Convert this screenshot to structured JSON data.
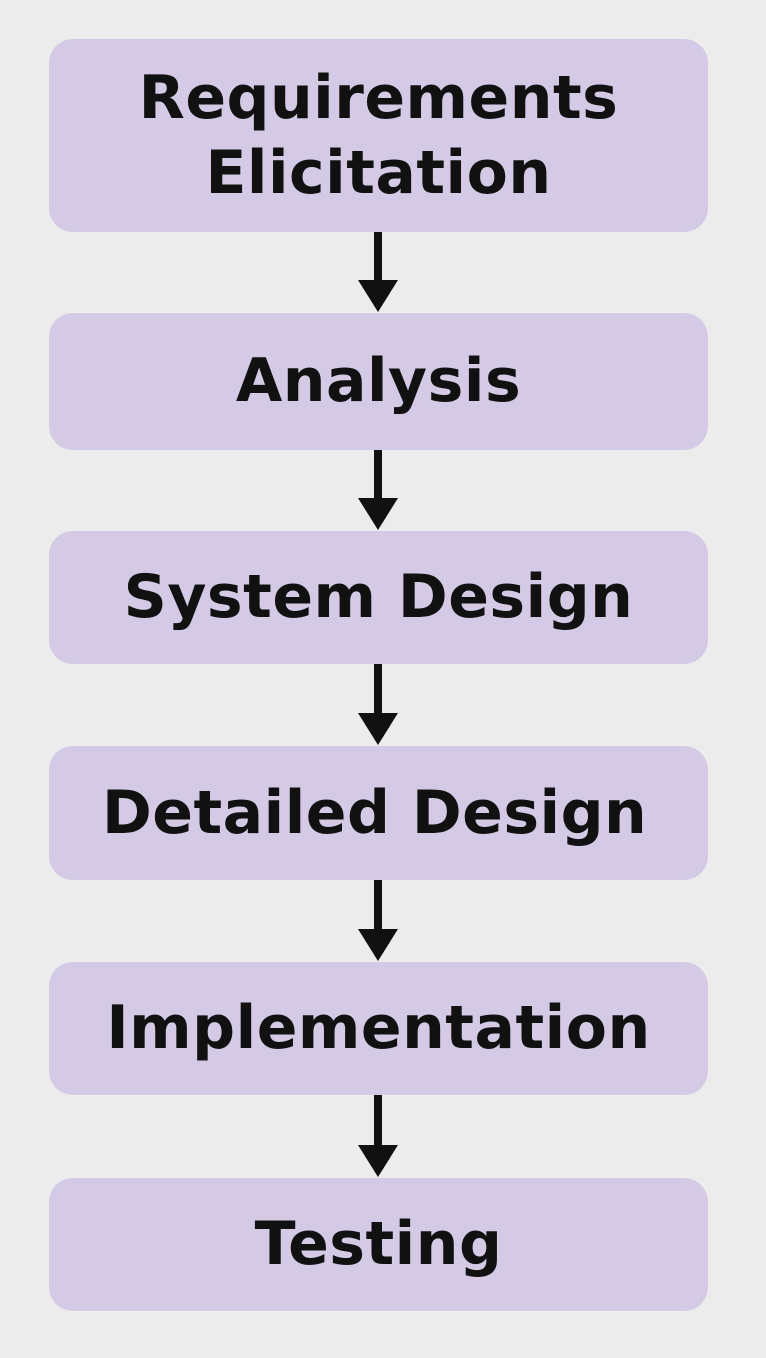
{
  "diagram": {
    "steps": [
      {
        "label": "Requirements\nElicitation"
      },
      {
        "label": "Analysis"
      },
      {
        "label": "System Design"
      },
      {
        "label": "Detailed Design"
      },
      {
        "label": "Implementation"
      },
      {
        "label": "Testing"
      }
    ]
  },
  "colors": {
    "background": "#ececec",
    "box_fill": "#d4cae6",
    "text": "#111111",
    "arrow": "#111111"
  },
  "icons": {
    "connector": "arrow-down-icon"
  }
}
